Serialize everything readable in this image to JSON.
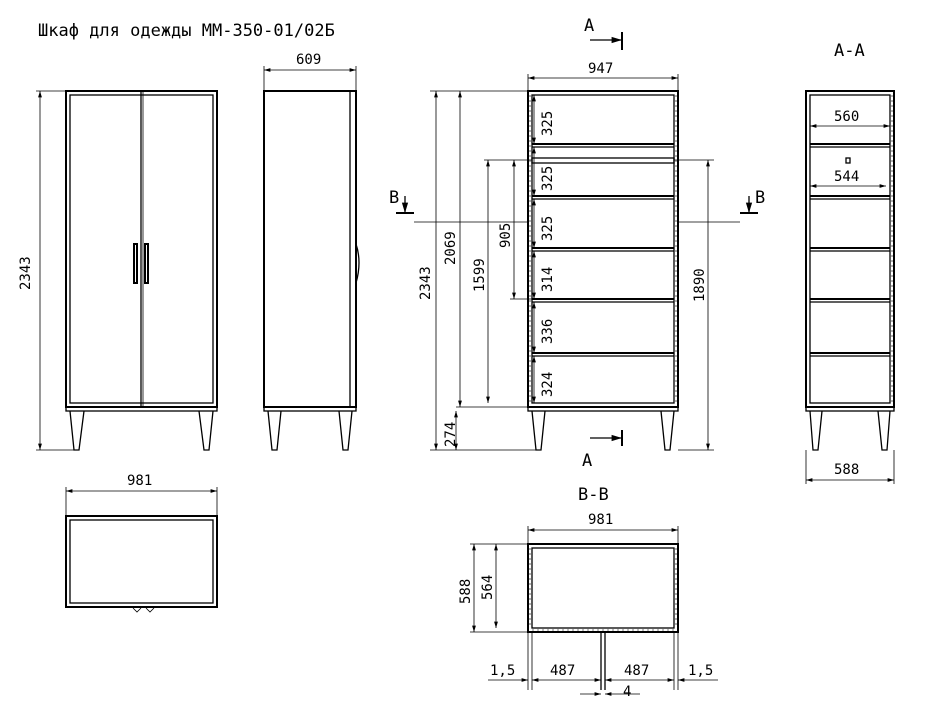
{
  "title": "Шкаф для одежды ММ-350-01/02Б",
  "front_view": {
    "height": "2343"
  },
  "side_view": {
    "depth": "609"
  },
  "top_view": {
    "width": "981"
  },
  "section_front": {
    "section_mark_top": "A",
    "section_mark_bottom": "A",
    "mark_left": "B",
    "mark_right": "B",
    "width": "947",
    "total_height": "2343",
    "height_2069": "2069",
    "height_1599": "1599",
    "height_905": "905",
    "height_1890": "1890",
    "leg_height": "274",
    "shelves": [
      "325",
      "325",
      "325",
      "314",
      "336",
      "324"
    ]
  },
  "section_aa": {
    "label": "A-A",
    "inner_depth_top": "560",
    "inner_depth": "544",
    "depth_bottom": "588"
  },
  "section_bb": {
    "label": "B-B",
    "width": "981",
    "depth": "588",
    "inner_depth": "564",
    "side_left": "1,5",
    "door_left": "487",
    "door_right": "487",
    "side_right": "1,5",
    "gap": "4"
  }
}
